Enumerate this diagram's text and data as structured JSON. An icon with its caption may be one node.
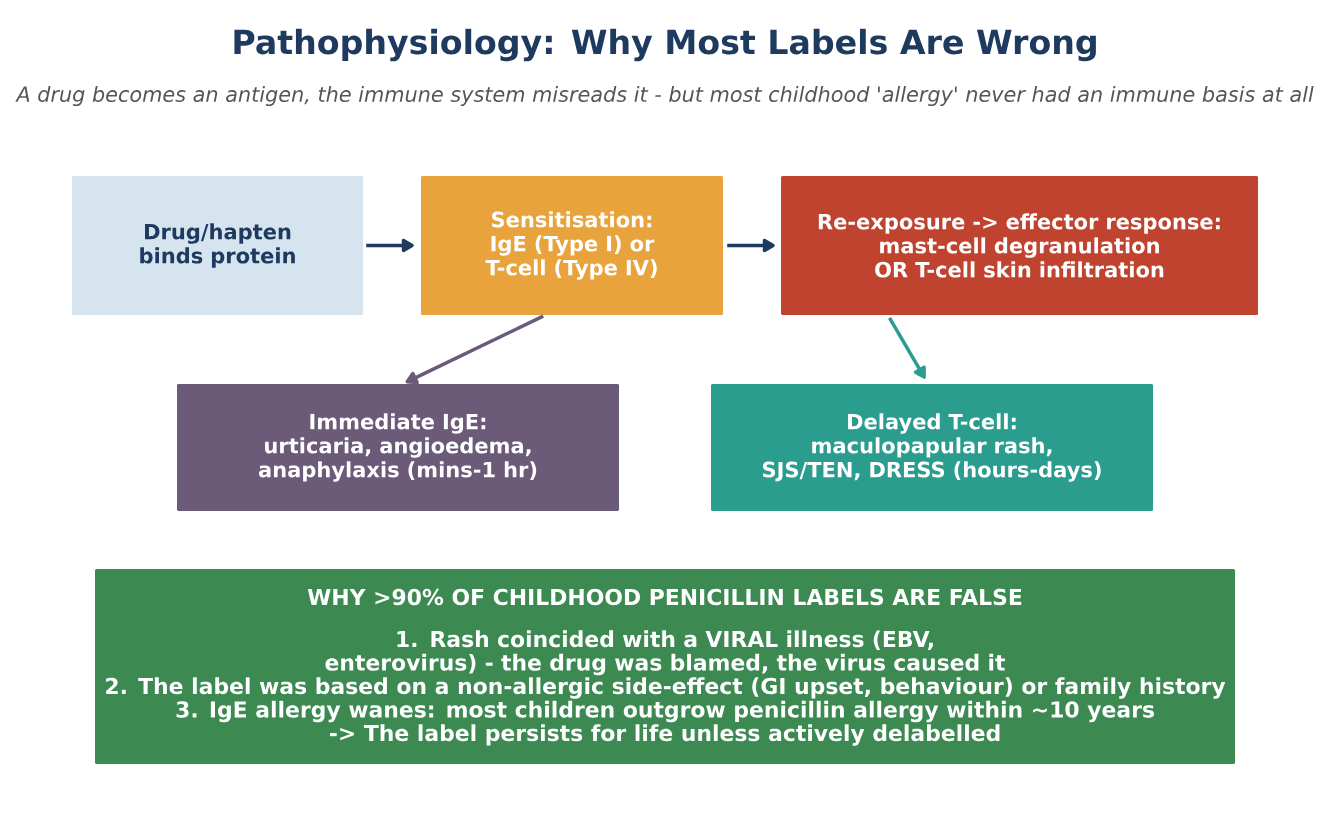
{
  "diagram": {
    "title": "Pathophysiology: Why Most Labels Are Wrong",
    "nodes": [
      {
        "text": [
          "Drug/hapten binds protein"
        ]
      },
      {
        "text": [
          "Sensitisation: IgE (Type I) or T-cell (Type IV)"
        ]
      },
      {
        "text": [
          "Re-exposure -> effector response: mast-cell degranulation OR T-cell skin infiltration"
        ]
      },
      {
        "text": [
          "Immediate IgE: urticaria, angioedema, anaphylaxis (mins-1 hr)"
        ]
      },
      {
        "text": [
          "Delayed T-cell: maculopapular rash, SJS/TEN, DRESS (hours-days)"
        ]
      },
      {
        "text": [
          "WHY >90% OF CHILDHOOD PENICILLIN LABELS ARE FALSE",
          "1. Rash coincided with a VIRAL illness (EBV, enterovirus) - the drug was blamed, the virus caused it",
          "2. The label was based on a non-allergic side-effect (GI upset, behaviour) or family history",
          "3. IgE allergy wanes: most children outgrow penicillin allergy within ~10 years",
          "-> The label persists for life unless actively delabelled"
        ]
      }
    ],
    "edges": [
      {
        "from": 0,
        "to": 1,
        "arrow": "to"
      },
      {
        "from": 1,
        "to": 2,
        "arrow": "to"
      },
      {
        "from": 1,
        "to": 3,
        "arrow": "to",
        "color": "#6b5a78"
      },
      {
        "from": 2,
        "to": 4,
        "arrow": "to",
        "color": "#2a9d8f"
      }
    ],
    "labels": [
      "A drug becomes an antigen, the immune system misreads it - but most childhood 'allergy' never had an immune basis at all"
    ]
  }
}
